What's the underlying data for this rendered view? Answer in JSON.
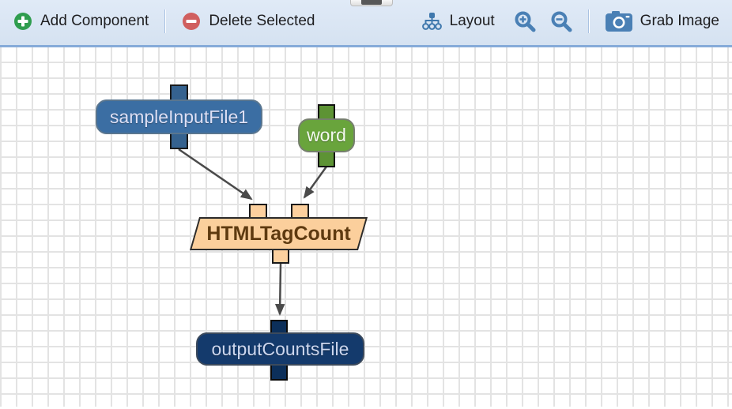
{
  "toolbar": {
    "add_component_label": "Add Component",
    "delete_selected_label": "Delete Selected",
    "layout_label": "Layout",
    "grab_image_label": "Grab Image"
  },
  "colors": {
    "toolbar_bg": "#d9e4f2",
    "toolbar_border": "#86abd9",
    "add_icon_green": "#2f9d4e",
    "delete_icon_red": "#d05f5f",
    "tool_icon_blue": "#4a80b5",
    "grid_line": "#e3e3e3",
    "edge_stroke": "#4a4a4a",
    "node_input_file_blue": "#3b6ea3",
    "node_param_green": "#69a43c",
    "node_component_peach": "#fbcf9c",
    "node_output_file_navy": "#143a6c"
  },
  "diagram": {
    "nodes": [
      {
        "id": "sampleInputFile1",
        "label": "sampleInputFile1",
        "type": "input-file"
      },
      {
        "id": "word",
        "label": "word",
        "type": "parameter"
      },
      {
        "id": "HTMLTagCount",
        "label": "HTMLTagCount",
        "type": "component"
      },
      {
        "id": "outputCountsFile",
        "label": "outputCountsFile",
        "type": "output-file"
      }
    ],
    "edges": [
      {
        "from": "sampleInputFile1",
        "to": "HTMLTagCount"
      },
      {
        "from": "word",
        "to": "HTMLTagCount"
      },
      {
        "from": "HTMLTagCount",
        "to": "outputCountsFile"
      }
    ]
  }
}
